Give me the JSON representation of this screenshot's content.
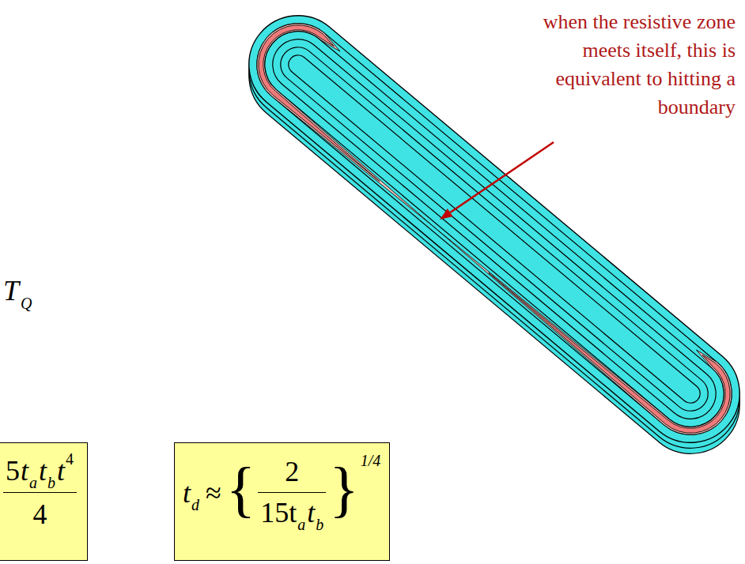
{
  "diagram": {
    "nodes": [
      {
        "text": [
          "5",
          "t",
          "a",
          "t",
          "b",
          "t",
          "4",
          "4"
        ]
      },
      {
        "text": [
          "t",
          "d",
          "≈",
          "{",
          "2",
          "15t",
          "a",
          "t",
          "b",
          "}",
          "1/4"
        ]
      }
    ],
    "labels": [
      "when the resistive zone meets itself, this is equivalent to hitting a boundary",
      "T",
      "Q"
    ]
  }
}
